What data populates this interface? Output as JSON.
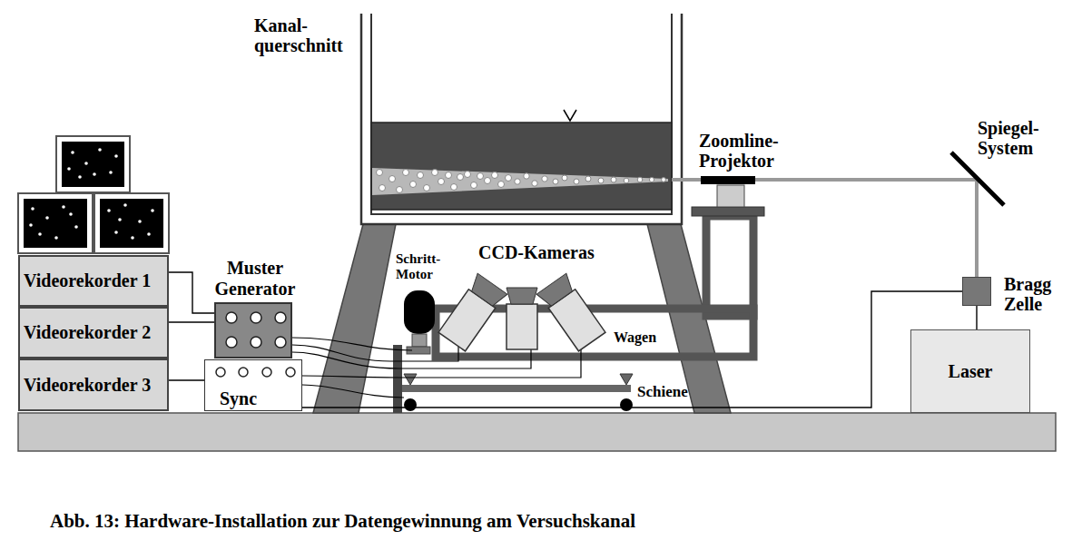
{
  "diagram": {
    "caption": "Abb. 13: Hardware-Installation zur Datengewinnung am Versuchskanal",
    "nodes": [
      {
        "text": [
          "Videorekorder 1"
        ]
      },
      {
        "text": [
          "Videorekorder 2"
        ]
      },
      {
        "text": [
          "Videorekorder 3"
        ]
      },
      {
        "text": [
          "Muster Generator"
        ]
      },
      {
        "text": [
          "Sync"
        ]
      },
      {
        "text": [
          "Bragg Zelle"
        ]
      },
      {
        "text": [
          "Laser"
        ]
      }
    ],
    "edges": [
      {
        "from": 0,
        "to": 3,
        "arrow": "none"
      },
      {
        "from": 1,
        "to": 3,
        "arrow": "none"
      },
      {
        "from": 2,
        "to": 4,
        "arrow": "none"
      },
      {
        "from": 5,
        "to": 4,
        "arrow": "none"
      },
      {
        "from": 6,
        "to": 5,
        "arrow": "none"
      }
    ],
    "labels": [
      "Kanal- querschnitt",
      "Zoomline- Projektor",
      "Spiegel- System",
      "Schritt- Motor",
      "CCD-Kameras",
      "Wagen",
      "Schiene"
    ]
  }
}
